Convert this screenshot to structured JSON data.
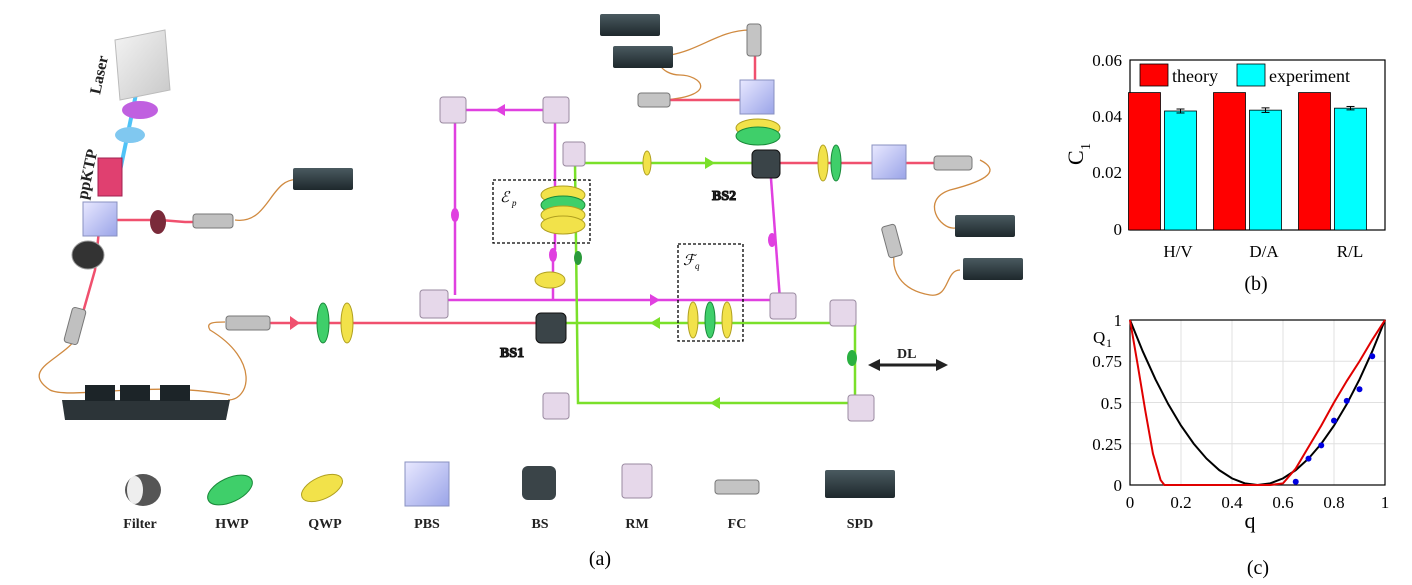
{
  "setup": {
    "laser_label": "Laser",
    "crystal_label": "ppKTP",
    "bs1_label": "BS1",
    "bs2_label": "BS2",
    "dl_label": "DL",
    "e_label": "ℰ",
    "e_sub": "p⃗",
    "f_label": "ℱ",
    "f_sub": "q⃗",
    "caption": "(a)",
    "legend": [
      {
        "label": "Filter",
        "icon": "filter-icon"
      },
      {
        "label": "HWP",
        "icon": "hwp-icon"
      },
      {
        "label": "QWP",
        "icon": "qwp-icon"
      },
      {
        "label": "PBS",
        "icon": "pbs-icon"
      },
      {
        "label": "BS",
        "icon": "bs-icon"
      },
      {
        "label": "RM",
        "icon": "rm-icon"
      },
      {
        "label": "FC",
        "icon": "fc-icon"
      },
      {
        "label": "SPD",
        "icon": "spd-icon"
      }
    ],
    "colors": {
      "pump": "#4fc3f7",
      "red_beam": "#f0506e",
      "magenta_beam": "#e040e0",
      "green_beam": "#7ae02a",
      "fiber": "#d08a40"
    }
  },
  "chart_b": {
    "caption": "(b)",
    "ylabel": "C",
    "ylabel_sub": "1",
    "legend_theory": "theory",
    "legend_experiment": "experiment",
    "ticks_y": [
      "0",
      "0.02",
      "0.04",
      "0.06"
    ]
  },
  "chart_c": {
    "caption": "(c)",
    "xlabel": "q",
    "ylabel": "Q",
    "ylabel_sub": "1",
    "ticks_x": [
      "0",
      "0.2",
      "0.4",
      "0.6",
      "0.8",
      "1"
    ],
    "ticks_y": [
      "0",
      "0.25",
      "0.5",
      "0.75",
      "1"
    ]
  },
  "chart_data": [
    {
      "type": "bar",
      "categories": [
        "H/V",
        "D/A",
        "R/L"
      ],
      "series": [
        {
          "name": "theory",
          "values": [
            0.0485,
            0.0485,
            0.0485
          ],
          "color": "#ff0000"
        },
        {
          "name": "experiment",
          "values": [
            0.042,
            0.0423,
            0.043
          ],
          "errors": [
            0.0007,
            0.0008,
            0.0006
          ],
          "color": "#00ffff"
        }
      ],
      "ylabel": "C1",
      "ylim": [
        0,
        0.06
      ],
      "legend_position": "top"
    },
    {
      "type": "line",
      "xlabel": "q",
      "ylabel": "Q1",
      "xlim": [
        0,
        1
      ],
      "ylim": [
        0,
        1
      ],
      "grid": true,
      "series": [
        {
          "color": "#000000",
          "x": [
            0,
            0.05,
            0.1,
            0.15,
            0.2,
            0.25,
            0.3,
            0.35,
            0.4,
            0.45,
            0.5,
            0.55,
            0.6,
            0.65,
            0.7,
            0.75,
            0.8,
            0.85,
            0.9,
            0.95,
            1
          ],
          "y": [
            1,
            0.81,
            0.64,
            0.49,
            0.36,
            0.25,
            0.16,
            0.09,
            0.04,
            0.01,
            0,
            0.01,
            0.04,
            0.09,
            0.16,
            0.25,
            0.36,
            0.49,
            0.64,
            0.81,
            1
          ]
        },
        {
          "color": "#e00000",
          "x": [
            0,
            0.03,
            0.06,
            0.09,
            0.12,
            0.135,
            0.2,
            0.4,
            0.55,
            0.6,
            0.65,
            0.7,
            0.75,
            0.8,
            0.85,
            0.9,
            0.95,
            1
          ],
          "y": [
            1,
            0.73,
            0.45,
            0.19,
            0.03,
            0,
            0,
            0,
            0,
            0.01,
            0.1,
            0.23,
            0.36,
            0.5,
            0.63,
            0.75,
            0.88,
            1
          ]
        },
        {
          "color": "#0000e0",
          "marker": "dot",
          "x": [
            0.65,
            0.7,
            0.75,
            0.8,
            0.85,
            0.9,
            0.95
          ],
          "y": [
            0.02,
            0.16,
            0.24,
            0.39,
            0.51,
            0.58,
            0.78
          ]
        }
      ]
    }
  ]
}
